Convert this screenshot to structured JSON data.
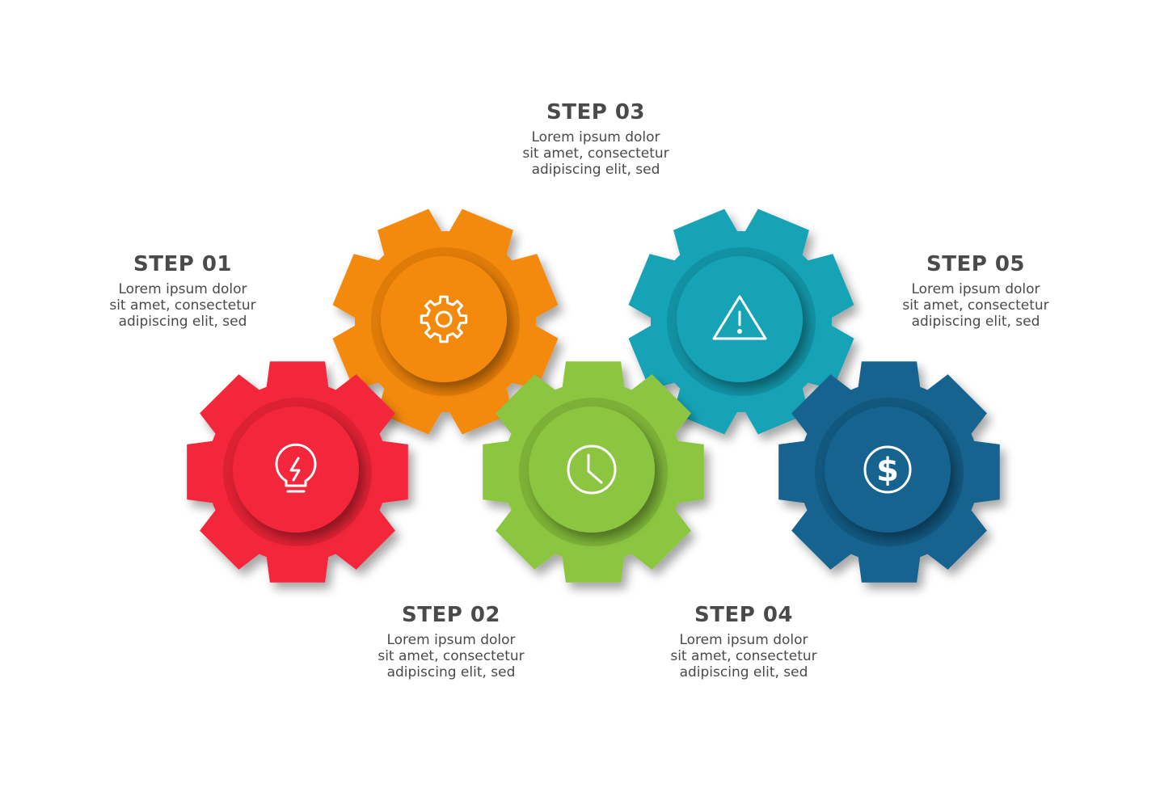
{
  "steps": [
    {
      "id": "01",
      "title": "STEP 01",
      "lines": [
        "Lorem ipsum dolor",
        "sit amet, consectetur",
        "adipiscing elit, sed"
      ],
      "color": "#f3283b",
      "shade": "#c81d2d",
      "icon": "lightbulb-icon"
    },
    {
      "id": "02",
      "title": "STEP 02",
      "lines": [
        "Lorem ipsum dolor",
        "sit amet, consectetur",
        "adipiscing elit, sed"
      ],
      "color": "#8cc540",
      "shade": "#6fa12f",
      "icon": "clock-icon"
    },
    {
      "id": "03",
      "title": "STEP 03",
      "lines": [
        "Lorem ipsum dolor",
        "sit amet, consectetur",
        "adipiscing elit, sed"
      ],
      "color": "#f48a0e",
      "shade": "#cf6f05",
      "icon": "gear-icon"
    },
    {
      "id": "04",
      "title": "STEP 04",
      "lines": [
        "Lorem ipsum dolor",
        "sit amet, consectetur",
        "adipiscing elit, sed"
      ],
      "color": "#16a3b6",
      "shade": "#0f8393",
      "icon": "warning-icon"
    },
    {
      "id": "05",
      "title": "STEP 05",
      "lines": [
        "Lorem ipsum dolor",
        "sit amet, consectetur",
        "adipiscing elit, sed"
      ],
      "color": "#16648f",
      "shade": "#0f4e71",
      "icon": "dollar-icon"
    }
  ]
}
